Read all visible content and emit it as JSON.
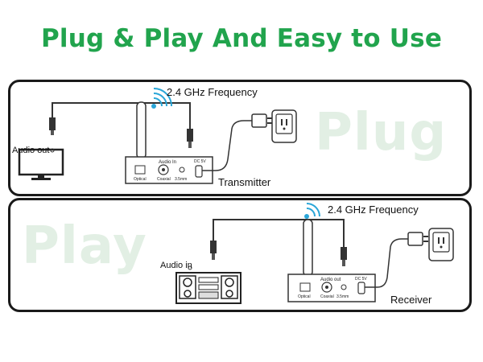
{
  "headline": "Plug & Play And Easy to Use",
  "transmitter_panel": {
    "word": "Plug",
    "frequency_label": "2.4 GHz Frequency",
    "audio_out_label": "Audio out",
    "device_label": "Transmitter",
    "device_port_header": "Audio In",
    "ports": [
      "Optical",
      "Coaxial",
      "3.5mm"
    ],
    "power_label": "DC 5V"
  },
  "receiver_panel": {
    "word": "Play",
    "frequency_label": "2.4 GHz Frequency",
    "audio_in_label": "Audio in",
    "device_label": "Receiver",
    "device_port_header": "Audio out",
    "ports": [
      "Optical",
      "Coaxial",
      "3.5mm"
    ],
    "power_label": "DC 5V"
  },
  "colors": {
    "accent_green": "#21a44d",
    "watermark_green": "#e2efe4",
    "border": "#1a1a1a"
  }
}
